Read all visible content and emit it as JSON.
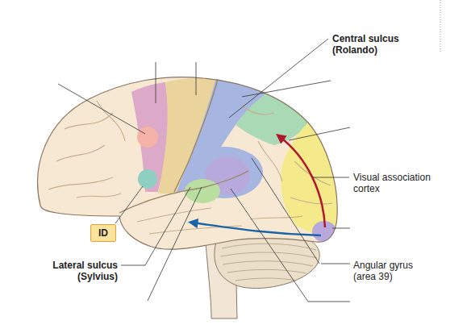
{
  "diagram": {
    "nodes": [
      {
        "text": [
          "ID"
        ]
      }
    ],
    "labels": [
      "Central sulcus (Rolando)",
      "Visual association cortex",
      "Lateral sulcus (Sylvius)",
      "Angular gyrus (area 39)"
    ]
  }
}
